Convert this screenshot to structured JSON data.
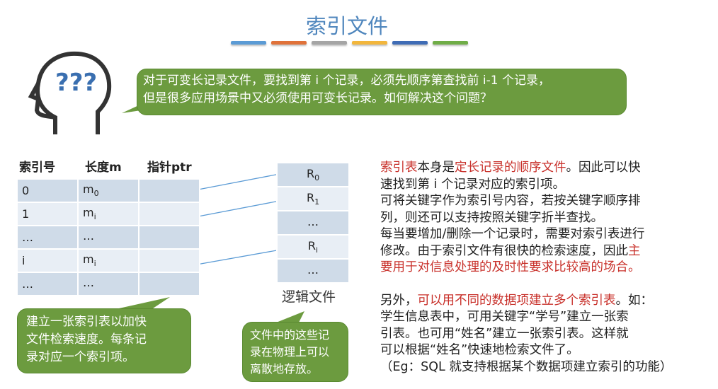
{
  "title": "索引文件",
  "title_bar_colors": [
    "#5b9bd5",
    "#e0723a",
    "#a5a5a5",
    "#f2b63c",
    "#3f6cb5",
    "#70ad47"
  ],
  "head_icon": "thinking-head-question-marks-icon",
  "question_bubble": {
    "lines": [
      "对于可变长记录文件，要找到第 i 个记录，必须先顺序第查找前 i-1 个记录，",
      "但是很多应用场景中又必须使用可变长记录。如何解决这个问题？"
    ]
  },
  "index_table": {
    "headers": [
      "索引号",
      "长度m",
      "指针ptr"
    ],
    "rows": [
      {
        "no": "0",
        "len": "m",
        "sub": "0"
      },
      {
        "no": "1",
        "len": "m",
        "sub": "i"
      },
      {
        "no": "…",
        "len": "…",
        "sub": ""
      },
      {
        "no": "i",
        "len": "m",
        "sub": "i"
      },
      {
        "no": "…",
        "len": "…",
        "sub": ""
      }
    ]
  },
  "logical_file": {
    "label": "逻辑文件",
    "rows": [
      {
        "r": "R",
        "sub": "0"
      },
      {
        "r": "R",
        "sub": "1"
      },
      {
        "r": "…",
        "sub": ""
      },
      {
        "r": "R",
        "sub": "i"
      },
      {
        "r": "…",
        "sub": ""
      }
    ]
  },
  "bubble_index": {
    "lines": [
      "建立一张索引表以加快",
      "文件检索速度。每条记",
      "录对应一个索引项。"
    ]
  },
  "bubble_physical": {
    "lines": [
      "文件中的这些记",
      "录在物理上可以",
      "离散地存放。"
    ]
  },
  "accent_red": "#c8302a",
  "bubble_green": "#6c9b3f",
  "explanation": {
    "para1": [
      [
        {
          "t": "索引表",
          "red": true
        },
        {
          "t": "本身是"
        },
        {
          "t": "定长记录的顺序文件",
          "red": true
        },
        {
          "t": "。因此可以快"
        }
      ],
      [
        {
          "t": "速找到第 i 个记录对应的索引项。"
        }
      ],
      [
        {
          "t": "可将关键字作为索引号内容，若按关键字顺序排"
        }
      ],
      [
        {
          "t": "列，则还可以支持按照关键字折半查找。"
        }
      ],
      [
        {
          "t": "每当要增加/删除一个记录时，需要对索引表进行"
        }
      ],
      [
        {
          "t": "修改。由于索引文件有很快的检索速度，因此"
        },
        {
          "t": "主",
          "red": true
        }
      ],
      [
        {
          "t": "要用于对信息处理的及时性要求比较高的场合。",
          "red": true
        }
      ]
    ],
    "para2": [
      [
        {
          "t": "另外，"
        },
        {
          "t": "可以用不同的数据项建立多个索引表",
          "red": true
        },
        {
          "t": "。如："
        }
      ],
      [
        {
          "t": "学生信息表中，可用关键字“学号”建立一张索"
        }
      ],
      [
        {
          "t": "引表。也可用“姓名”建立一张索引表。这样就"
        }
      ],
      [
        {
          "t": "可以根据“姓名”快速地检索文件了。"
        }
      ],
      [
        {
          "t": "（Eg：SQL 就支持根据某个数据项建立索引的功能）"
        }
      ]
    ]
  }
}
